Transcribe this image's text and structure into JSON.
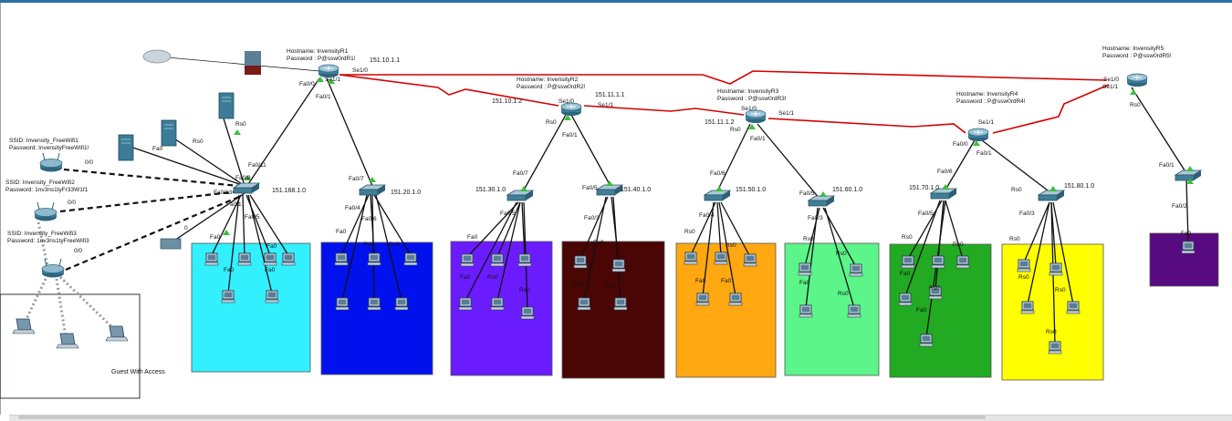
{
  "routers": [
    {
      "id": "R1",
      "hostname": "Hostname: InvensityR1",
      "password": "Password : P@ssw0rdR1!"
    },
    {
      "id": "R2",
      "hostname": "Hostname: InvensityR2",
      "password": "Password : P@ssw0rdR2!"
    },
    {
      "id": "R3",
      "hostname": "Hostname: InvensityR3",
      "password": "Password : P@ssw0rdR3!"
    },
    {
      "id": "R4",
      "hostname": "Hostname: InvensityR4",
      "password": "Password : P@ssw0rdR4!"
    },
    {
      "id": "R5",
      "hostname": "Hostname: InvensityR5",
      "password": "Password : P@ssw0rdR5!"
    }
  ],
  "wifi": [
    {
      "ssid": "SSID: Invensity_FreeWifi1",
      "password": "Password: InvensityFreeWifi1!"
    },
    {
      "ssid": "SSID: Invensity_FreeWifi2",
      "password": "Password: 1nv3ns1tyFr33W1f1"
    },
    {
      "ssid": "SSID: Invensity_FreeWifi3",
      "password": "Password: 1nv3ns1tyFreeWifi3"
    }
  ],
  "networks": {
    "n168": "151.168.1.0",
    "n20": "151.20.1.0",
    "n30": "151.30.1.0",
    "n40": "151.40.1.0",
    "n50": "151.50.1.0",
    "n60": "151.60.1.0",
    "n70": "151.70.1.0",
    "n80": "151.80.1.0"
  },
  "serial": {
    "r1_ip": "151.10.1.1",
    "r2_ip1": "151.10.1.2",
    "r2_ip2": "151.11.1.1",
    "r3_ip": "151.11.1.2",
    "s00": "Se1/0",
    "s11": "Se1/1",
    "s10": "Se1/0"
  },
  "guest_label": "Guest With Access",
  "ports": {
    "fa00": "Fa0/0",
    "fa01": "Fa0/1",
    "fa011": "Fa0/11",
    "fa07": "Fa0/7",
    "fa05": "Fa0/5",
    "fa06": "Fa0/6",
    "fa02": "Fa0/2",
    "fa013": "Fa0/13",
    "fa08": "Fa0/8",
    "fa04": "Fa0/4",
    "fa03": "Fa0/3",
    "fa0": "Fa0",
    "rs0": "Rs0",
    "zero": "0/0",
    "fs": "F",
    "p0": "0"
  },
  "zone_colors": {
    "z168": "#33f0ff",
    "z20": "#0011ee",
    "z30": "#6a1cff",
    "z40": "#4a0505",
    "z50": "#ffa812",
    "z60": "#5cf58a",
    "z70": "#22aa22",
    "z80": "#ffff00",
    "zR5": "#580a80"
  },
  "link_colors": {
    "serial": "#d40000",
    "copper": "#111111"
  }
}
